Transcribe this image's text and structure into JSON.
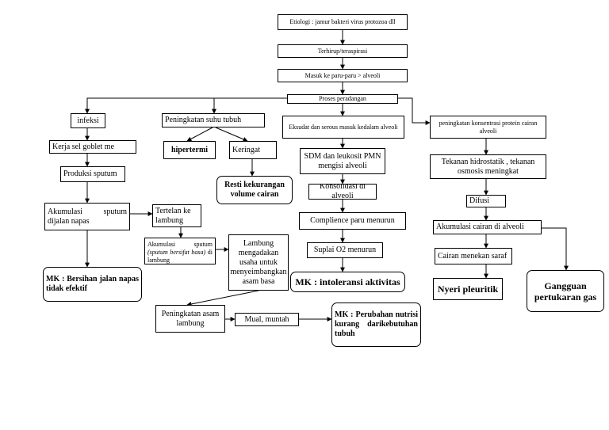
{
  "nodes": {
    "etiologi": "Etiologi : jamur bakteri virus protozoa dll",
    "terhirup": "Terhirup/teraspirasi",
    "masuk_paru": "Masuk ke paru-paru > alveoli",
    "proses": "Proses peradangan",
    "infeksi": "infeksi",
    "kerja_sel": "Kerja sel goblet me",
    "produksi_sputum": "Produksi sputum",
    "akumulasi_sputum": "Akumulasi sputum dijalan napas",
    "tertelan": "Tertelan ke lambung",
    "akumulasi_sputum2": "Akumulasi sputum",
    "akumulasi_sputum2_italic": "(sputum bersifat basa)",
    "akumulasi_sputum2_end": "di lambung",
    "lambung_mengadakan": "Lambung mengadakan usaha untuk menyeimbangkan asam basa",
    "peningkatan_asam": "Peningkatan asam lambung",
    "mual": "Mual, muntah",
    "mk_nutrisi": "MK : Perubahan nutrisi kurang darikebutuhan tubuh",
    "mk_jalan_napas": "MK : Bersihan jalan napas tidak efektif",
    "peningkatan_suhu": "Peningkatan suhu tubuh",
    "hipertermi": "hipertermi",
    "keringat": "Keringat",
    "resti": "Resti kekurangan volume cairan",
    "eksudat": "Eksudat dan serous masuk kedalam alveoli",
    "sdm": "SDM dan leukosit PMN mengisi alveoli",
    "konsolidasi": "Konsolidasi di alveoli",
    "complience": "Complience paru menurun",
    "suplai": "Suplai O2 menurun",
    "mk_intoleransi": "MK : intoleransi aktivitas",
    "protein": "peningkatan konsentrasi protein cairan alveoli",
    "tekanan": "Tekanan hidrostatik , tekanan osmosis meningkat",
    "difusi": "Difusi",
    "akumulasi_cairan": "Akumulasi cairan di alveoli",
    "cairan_saraf": "Cairan menekan saraf",
    "nyeri": "Nyeri pleuritik",
    "gangguan": "Gangguan pertukaran gas"
  },
  "colors": {
    "line": "#000000",
    "background": "#ffffff"
  }
}
